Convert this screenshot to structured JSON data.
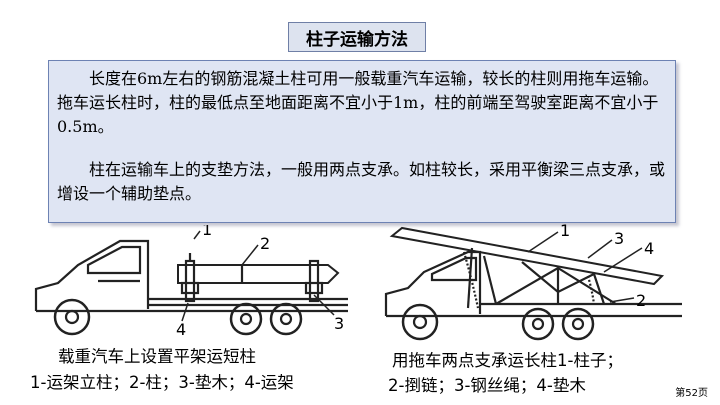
{
  "title": "柱子运输方法",
  "paragraphs": [
    "长度在6m左右的钢筋混凝土柱可用一般载重汽车运输，较长的柱则用拖车运输。拖车运长柱时，柱的最低点至地面距离不宜小于1m，柱的前端至驾驶室距离不宜小于0.5m。",
    "柱在运输车上的支垫方法，一般用两点支承。如柱较长，采用平衡梁三点支承，或增设一个辅助垫点。"
  ],
  "figure_left": {
    "labels": [
      "1",
      "2",
      "3",
      "4"
    ],
    "caption_line1": "载重汽车上设置平架运短柱",
    "caption_line2": "1-运架立柱；2-柱；3-垫木；4-运架"
  },
  "figure_right": {
    "labels": [
      "1",
      "2",
      "3",
      "4"
    ],
    "caption_line1": "用拖车两点支承运长柱1-柱子；",
    "caption_line2": "2-捯链；3-钢丝绳；4-垫木"
  },
  "page_number": "第52页"
}
